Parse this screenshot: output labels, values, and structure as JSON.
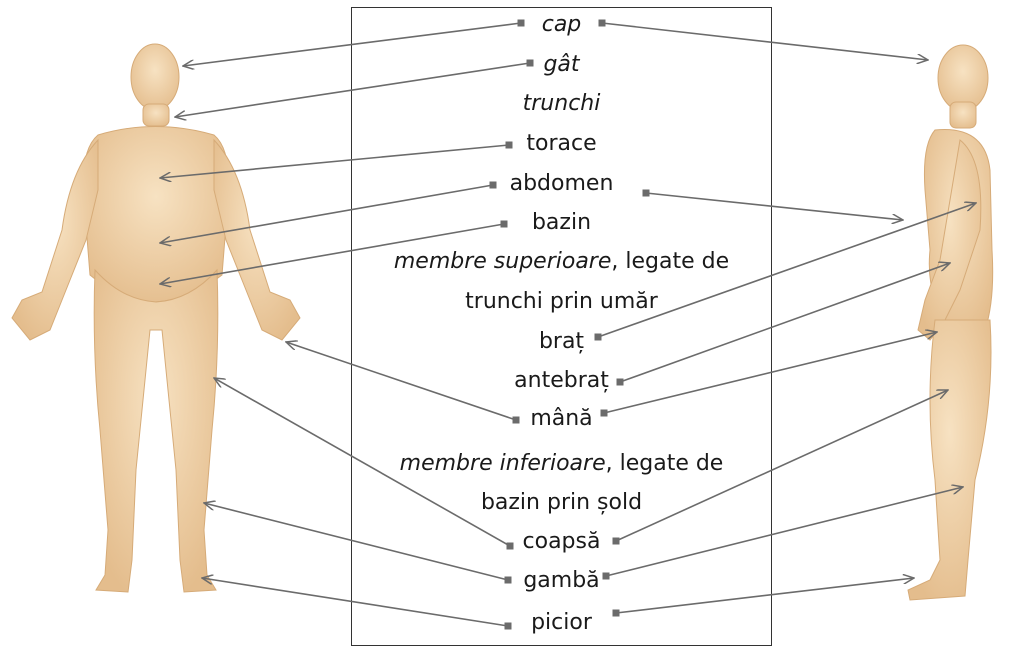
{
  "labels": {
    "cap": "cap",
    "gat": "gât",
    "trunchi": "trunchi",
    "torace": "torace",
    "abdomen": "abdomen",
    "bazin": "bazin",
    "membre_sup_it": "membre superioare",
    "membre_sup_rest": ", legate de",
    "membre_sup_line2": "trunchi prin umăr",
    "brat": "braț",
    "antebrat": "antebraț",
    "mana": "mână",
    "membre_inf_it": "membre inferioare",
    "membre_inf_rest": ", legate de",
    "membre_inf_line2": "bazin prin șold",
    "coapsa": "coapsă",
    "gamba": "gambă",
    "picior": "picior"
  },
  "colors": {
    "skin": "#f3d6ad",
    "skin_shade": "#e2b988",
    "arrow": "#6b6b6b"
  }
}
